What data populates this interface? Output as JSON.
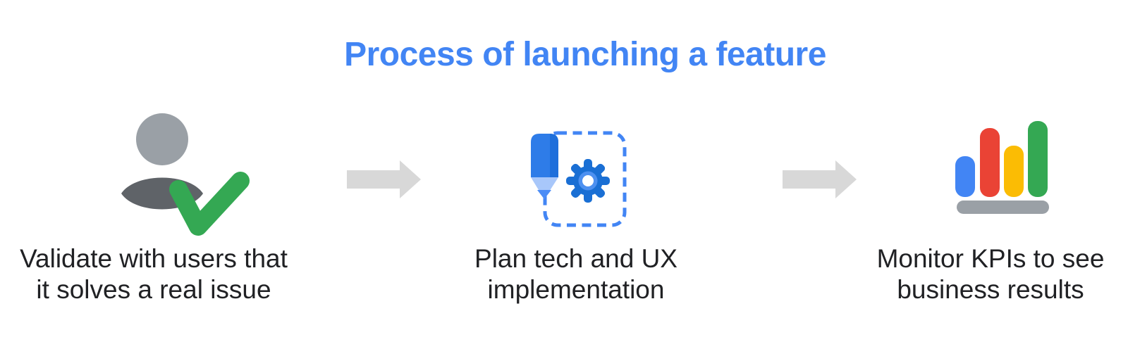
{
  "title": "Process of launching a feature",
  "colors": {
    "title_blue": "#4285F4",
    "caption_text": "#202124",
    "arrow_gray": "#D8D8D8",
    "person_head_gray": "#9AA0A6",
    "person_body_gray": "#5F6368",
    "check_green": "#34A853",
    "pencil_blue": "#2E7CE8",
    "pencil_blue_dark": "#1E6FDB",
    "pencil_tip_light": "#A8C7FA",
    "pencil_tip_dark": "#4C8DF6",
    "gear_blue": "#1A6FD4",
    "gear_ring_blue": "#4D90F0",
    "gear_hole_white": "#FFFFFF",
    "dashed_box_blue": "#4285F4",
    "bar_blue": "#4285F4",
    "bar_red": "#EA4335",
    "bar_yellow": "#FBBC04",
    "bar_green": "#34A853",
    "bar_base_gray": "#9AA0A6"
  },
  "steps": [
    {
      "icon": "user-check-icon",
      "caption_line1": "Validate with users that",
      "caption_line2": "it solves a real issue"
    },
    {
      "icon": "pencil-gear-icon",
      "caption_line1": "Plan tech and UX",
      "caption_line2": "implementation"
    },
    {
      "icon": "bar-chart-icon",
      "caption_line1": "Monitor KPIs to see",
      "caption_line2": "business results"
    }
  ],
  "arrows": [
    "arrow-right-icon",
    "arrow-right-icon"
  ]
}
